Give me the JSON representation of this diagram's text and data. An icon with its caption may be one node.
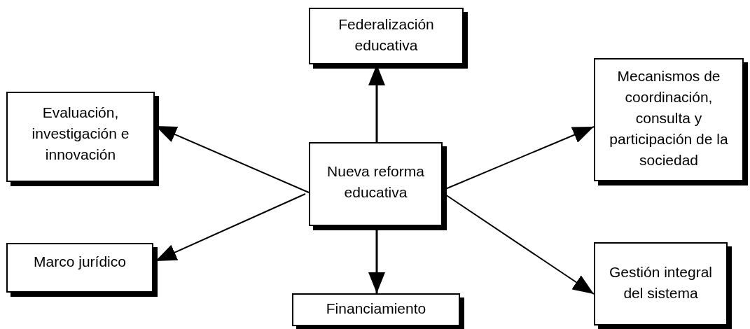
{
  "diagram": {
    "nodes": [
      {
        "text": [
          "Nueva reforma educativa"
        ]
      },
      {
        "text": [
          "Federalización educativa"
        ]
      },
      {
        "text": [
          "Evaluación, investigación e innovación"
        ]
      },
      {
        "text": [
          "Mecanismos de coordinación, consulta y participación de la sociedad"
        ]
      },
      {
        "text": [
          "Marco jurídico"
        ]
      },
      {
        "text": [
          "Gestión integral del sistema"
        ]
      },
      {
        "text": [
          "Financiamiento"
        ]
      }
    ],
    "edges": [
      {
        "from": 0,
        "to": 1,
        "arrow": "to"
      },
      {
        "from": 0,
        "to": 2,
        "arrow": "to"
      },
      {
        "from": 0,
        "to": 3,
        "arrow": "to"
      },
      {
        "from": 0,
        "to": 4,
        "arrow": "to"
      },
      {
        "from": 0,
        "to": 5,
        "arrow": "to"
      },
      {
        "from": 0,
        "to": 6,
        "arrow": "to"
      }
    ]
  }
}
